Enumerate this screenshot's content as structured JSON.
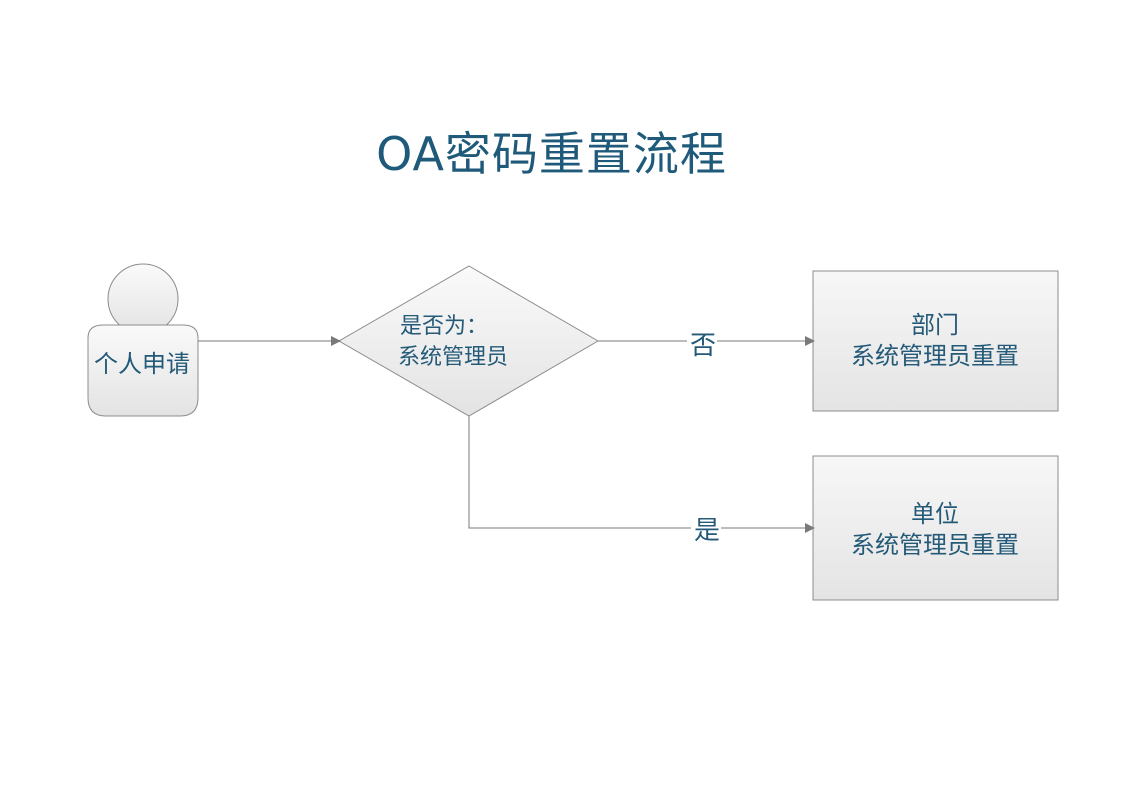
{
  "title": "OA密码重置流程",
  "nodes": {
    "start": {
      "label": "个人申请"
    },
    "decision": {
      "line1": "是否为：",
      "line2": "系统管理员"
    },
    "department": {
      "line1": "部门",
      "line2": "系统管理员重置"
    },
    "unit": {
      "line1": "单位",
      "line2": "系统管理员重置"
    }
  },
  "edges": {
    "no": "否",
    "yes": "是"
  },
  "colors": {
    "text": "#245a78",
    "stroke": "#8a8a8a",
    "fill_light": "#f7f7f7",
    "fill_mid": "#e6e6e6"
  }
}
